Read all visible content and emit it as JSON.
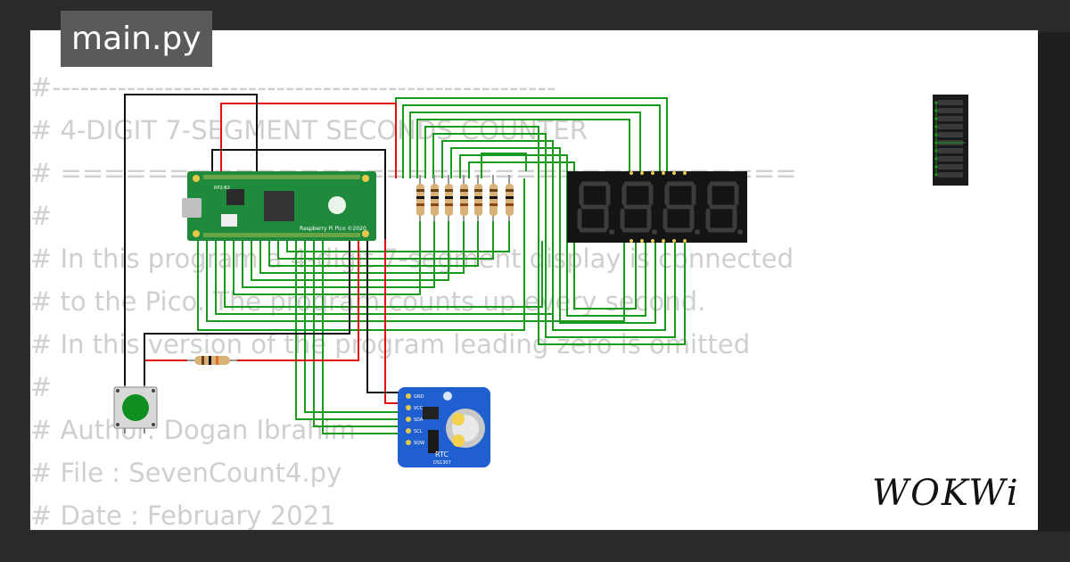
{
  "editor": {
    "tab_label": "main.py",
    "code_lines": [
      "#------------------------------------------------------",
      "# 4-DIGIT 7-SEGMENT SECONDS COUNTER",
      "# ==================================",
      "#",
      "# In this program a 4-digit 7-segment display is connected",
      "# to the Pico. The program counts up every second.",
      "# In this version of the program leading zero is omitted",
      "#",
      "# Author: Dogan Ibrahim",
      "# File : SevenCount4.py",
      "# Date : February 2021"
    ]
  },
  "components": {
    "pico_label": "Raspberry Pi Pico ©2020",
    "pico_chip": "RP2-B2",
    "rtc_label": "RTC",
    "rtc_chip": "DS1307",
    "rtc_pins": [
      "GND",
      "VCC",
      "SDA",
      "SCL",
      "SQW"
    ],
    "display_digits": 4,
    "resistor_count": 8
  },
  "brand": {
    "logo_text": "WOKWi"
  },
  "colors": {
    "wire_green": "#1a9a1a",
    "wire_red": "#e01010",
    "wire_black": "#111111",
    "pico_green": "#1f8a3b",
    "rtc_blue": "#1f5fd0",
    "display_body": "#141414"
  }
}
